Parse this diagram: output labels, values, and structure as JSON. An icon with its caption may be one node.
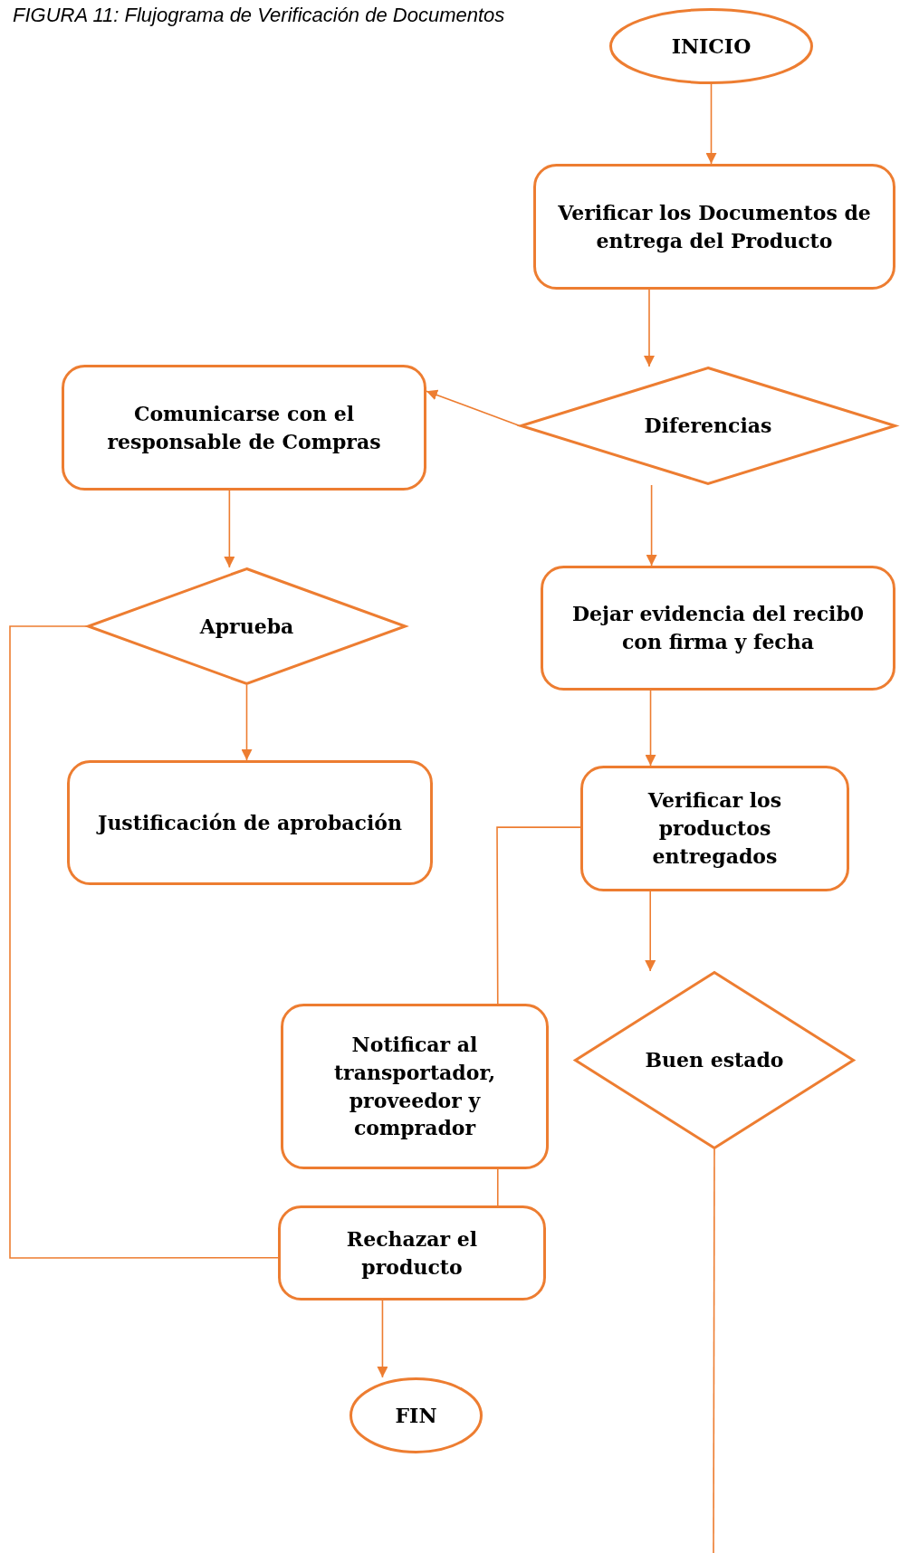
{
  "diagram": {
    "title": "FIGURA 11: Flujograma de Verificación de Documentos",
    "nodes": [
      {
        "text": [
          "INICIO"
        ]
      },
      {
        "text": [
          "Verificar los Documentos de entrega del Producto"
        ]
      },
      {
        "text": [
          "Diferencias"
        ]
      },
      {
        "text": [
          "Comunicarse con el responsable de Compras"
        ]
      },
      {
        "text": [
          "Aprueba"
        ]
      },
      {
        "text": [
          "Justificación de aprobación"
        ]
      },
      {
        "text": [
          "Dejar evidencia del recib0 con firma y fecha"
        ]
      },
      {
        "text": [
          "Verificar los productos entregados"
        ]
      },
      {
        "text": [
          "Buen estado"
        ]
      },
      {
        "text": [
          "Notificar al transportador, proveedor y comprador"
        ]
      },
      {
        "text": [
          "Rechazar el producto"
        ]
      },
      {
        "text": [
          "FIN"
        ]
      }
    ],
    "edges": [
      {
        "from": 0,
        "to": 1,
        "arrow": "to"
      },
      {
        "from": 1,
        "to": 2,
        "arrow": "to"
      },
      {
        "from": 2,
        "to": 3,
        "arrow": "to"
      },
      {
        "from": 2,
        "to": 6,
        "arrow": "to"
      },
      {
        "from": 3,
        "to": 4,
        "arrow": "to"
      },
      {
        "from": 4,
        "to": 5,
        "arrow": "to"
      },
      {
        "from": 4,
        "to": 10,
        "arrow": "none"
      },
      {
        "from": 6,
        "to": 7,
        "arrow": "to"
      },
      {
        "from": 7,
        "to": 8,
        "arrow": "to"
      },
      {
        "from": 7,
        "to": 9,
        "arrow": "none"
      },
      {
        "from": 9,
        "to": 10,
        "arrow": "none"
      },
      {
        "from": 8,
        "to": null,
        "arrow": "none"
      },
      {
        "from": 10,
        "to": 11,
        "arrow": "to"
      }
    ]
  }
}
